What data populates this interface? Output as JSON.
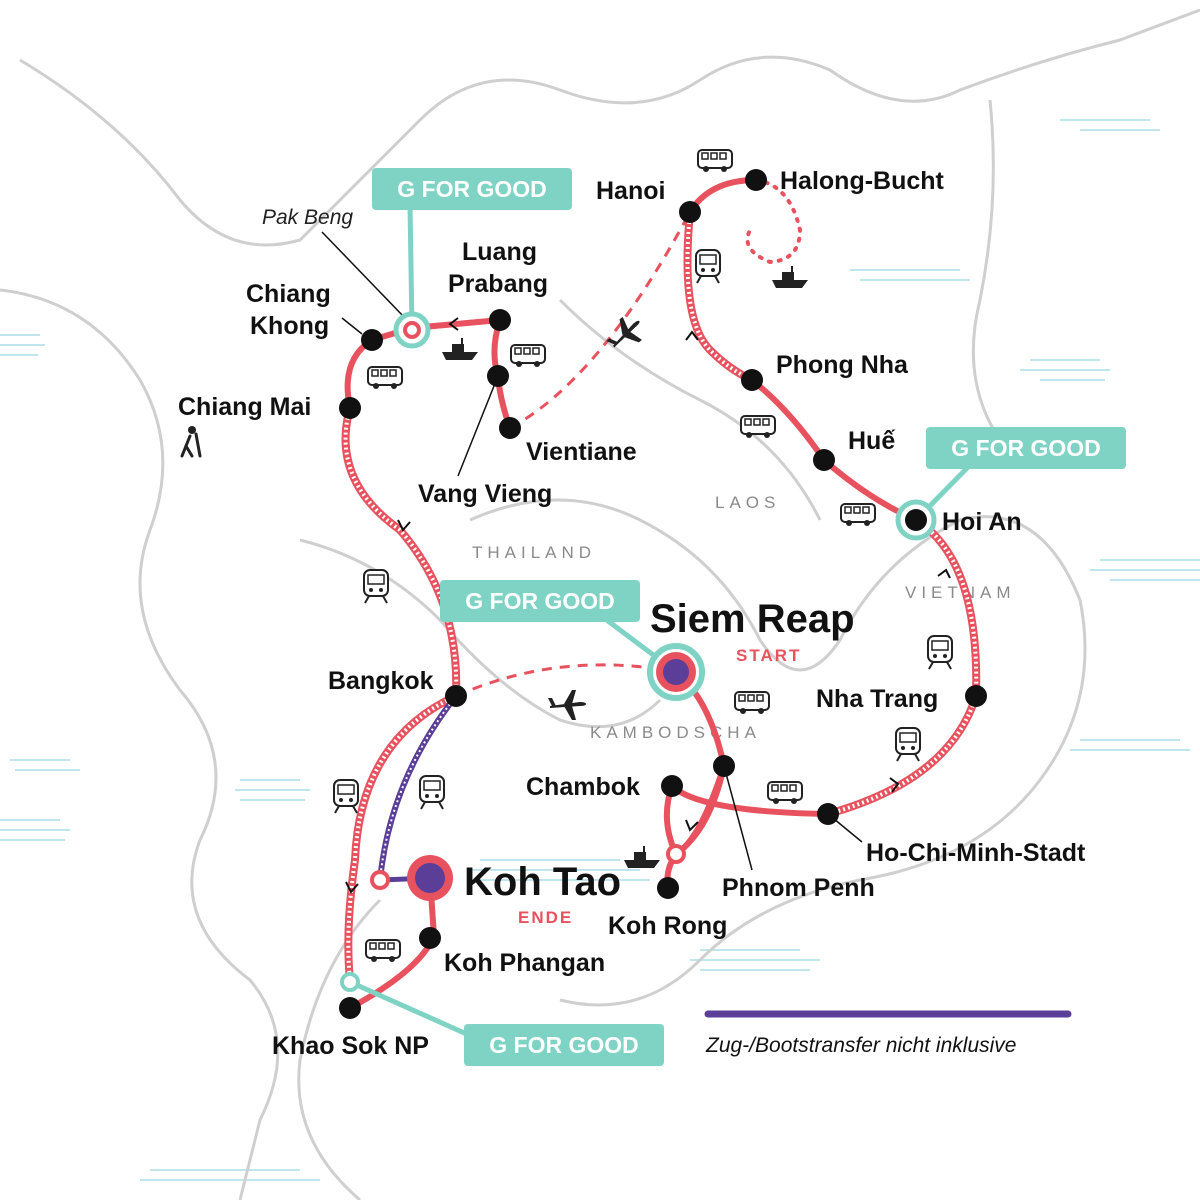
{
  "colors": {
    "route": "#e8525e",
    "transfer": "#5b3e98",
    "gforgood": "#7fd3c4",
    "land": "#cfcfcf",
    "water": "#bfe5ee",
    "stop": "#111111"
  },
  "places": {
    "siem_reap": "Siem Reap",
    "start": "START",
    "koh_tao": "Koh Tao",
    "ende": "ENDE",
    "hanoi": "Hanoi",
    "halong": "Halong-Bucht",
    "pak_beng": "Pak Beng",
    "luang_prabang_1": "Luang",
    "luang_prabang_2": "Prabang",
    "chiang_khong_1": "Chiang",
    "chiang_khong_2": "Khong",
    "chiang_mai": "Chiang Mai",
    "vang_vieng": "Vang Vieng",
    "vientiane": "Vientiane",
    "phong_nha": "Phong Nha",
    "hue": "Huế",
    "hoi_an": "Hoi An",
    "nha_trang": "Nha Trang",
    "hcmc": "Ho-Chi-Minh-Stadt",
    "phnom_penh": "Phnom Penh",
    "chambok": "Chambok",
    "koh_rong": "Koh Rong",
    "bangkok": "Bangkok",
    "koh_phangan": "Koh Phangan",
    "khao_sok": "Khao Sok NP"
  },
  "countries": {
    "laos": "LAOS",
    "thailand": "THAILAND",
    "vietnam": "VIETNAM",
    "kambodscha": "KAMBODSCHA"
  },
  "gforgood": "G FOR GOOD",
  "legend": {
    "transfer_label": "Zug-/Bootstransfer nicht inklusive"
  },
  "icons": [
    "bus-icon",
    "train-icon",
    "boat-icon",
    "plane-icon",
    "hiker-icon"
  ]
}
